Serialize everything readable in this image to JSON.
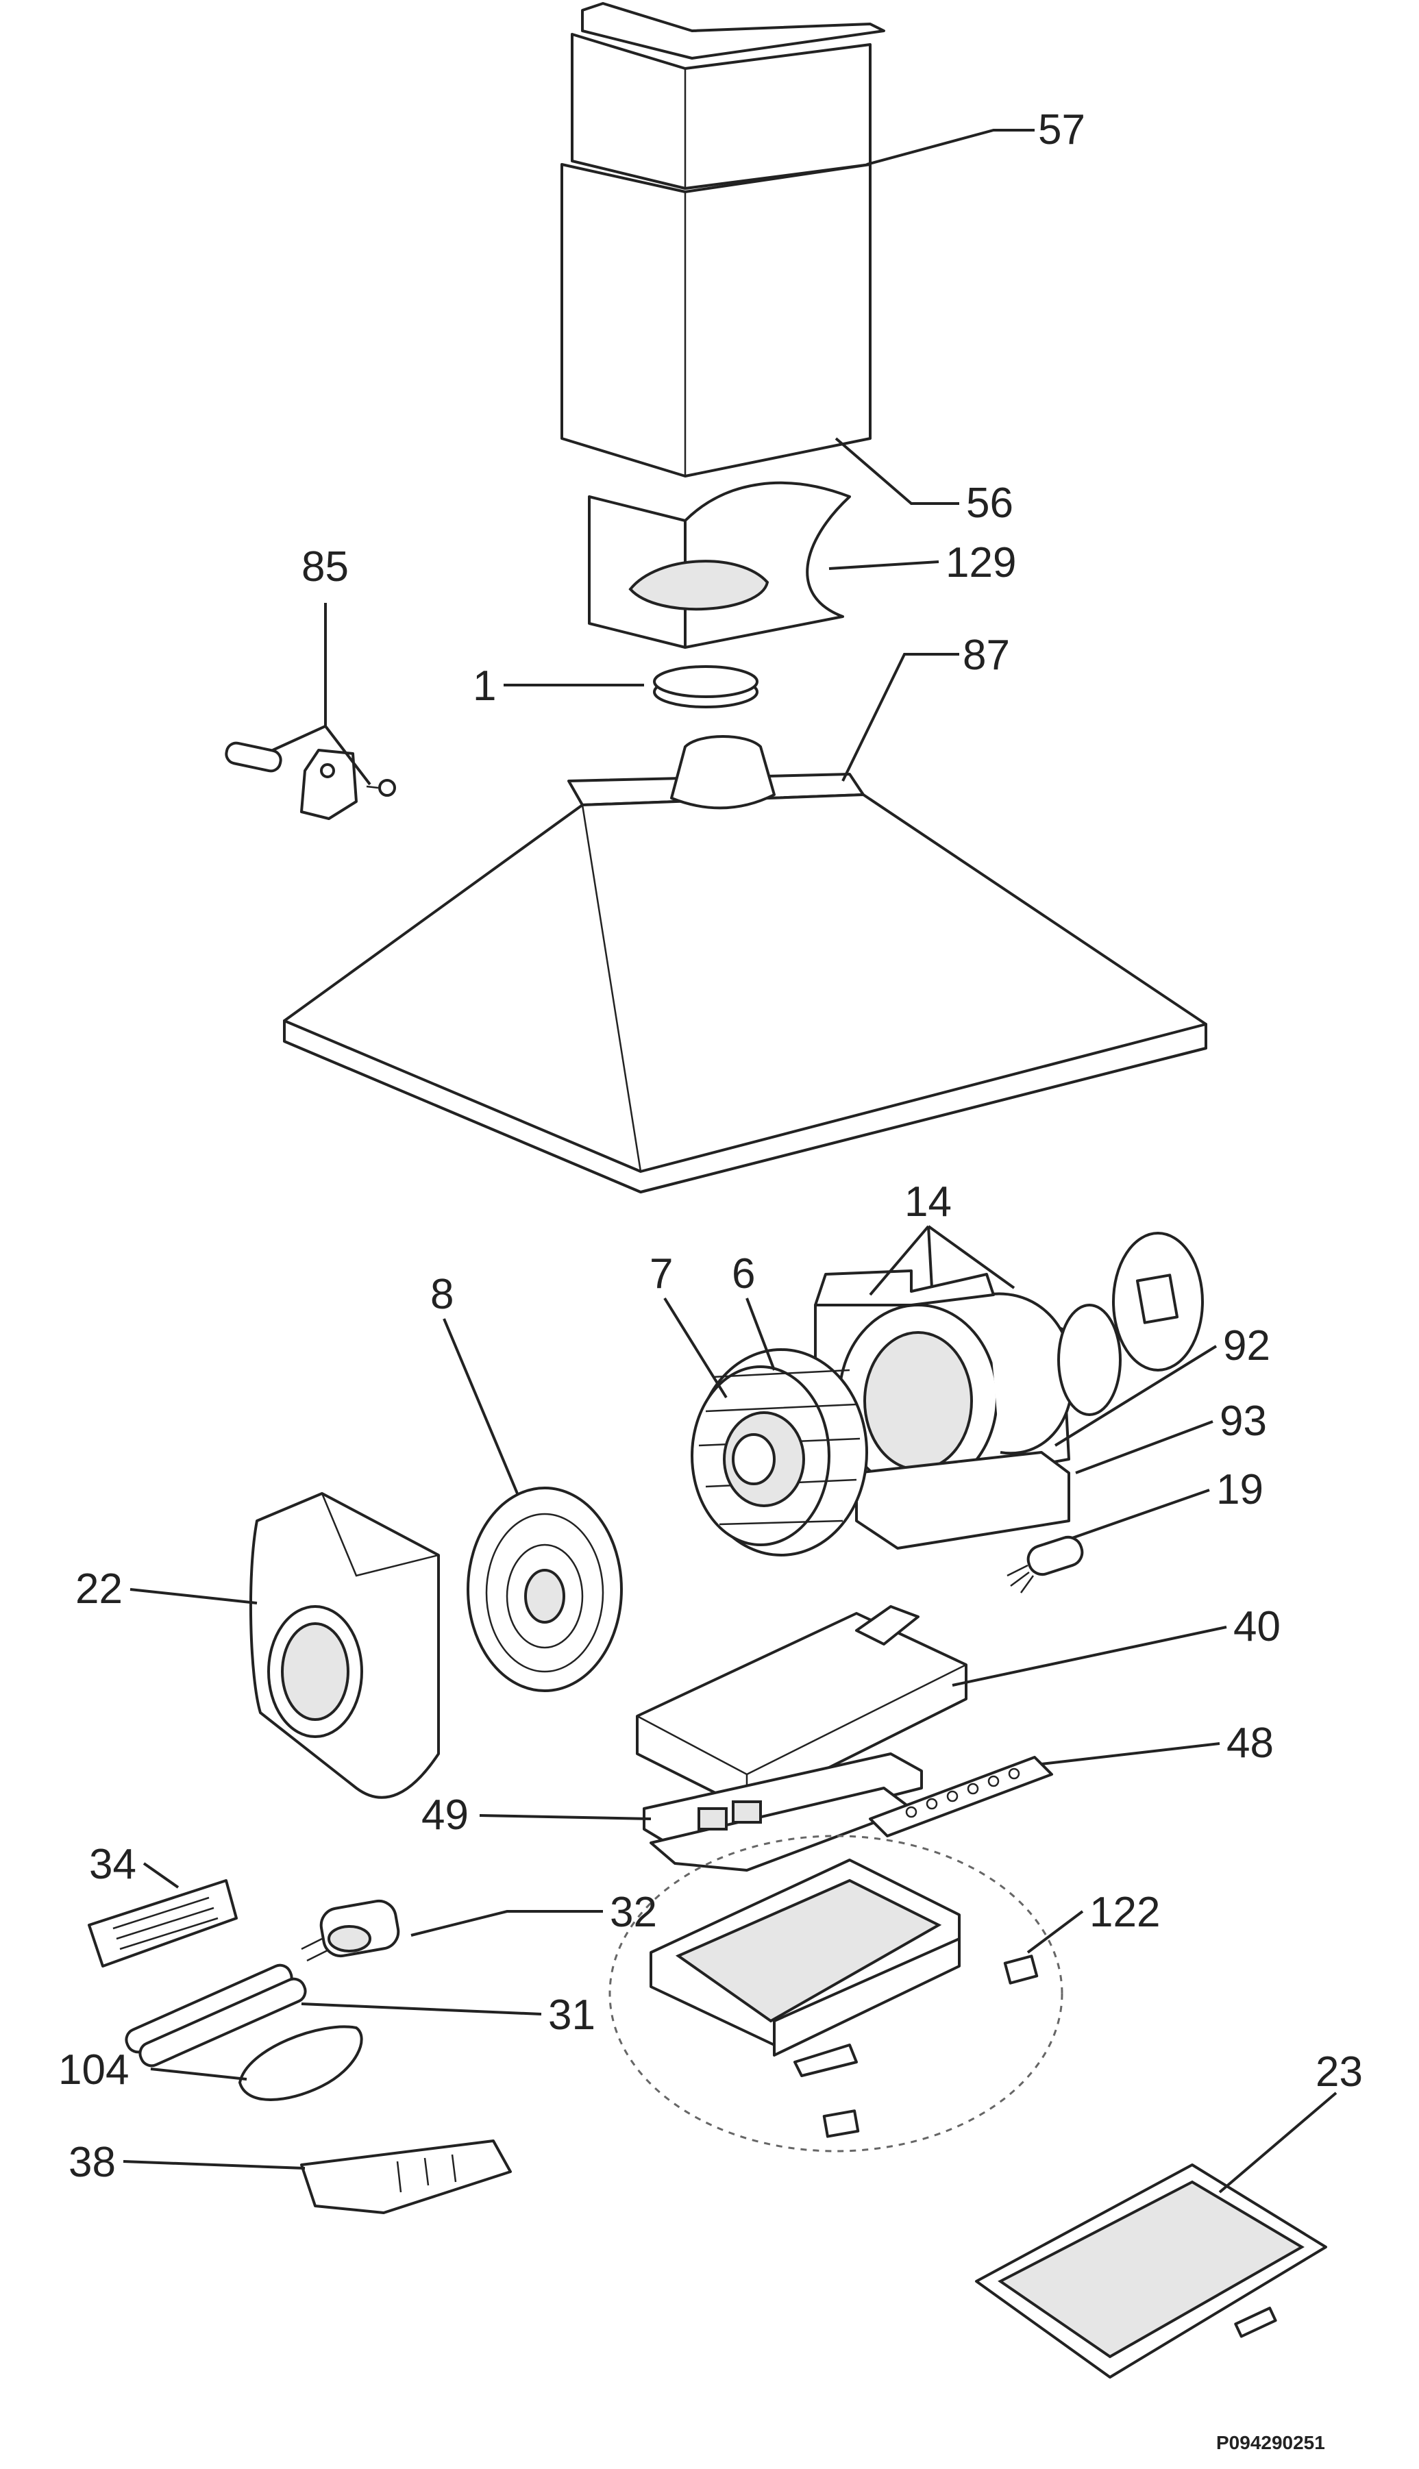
{
  "callouts": {
    "c57": "57",
    "c56": "56",
    "c129": "129",
    "c85": "85",
    "c1": "1",
    "c87": "87",
    "c14": "14",
    "c8": "8",
    "c7": "7",
    "c6": "6",
    "c92": "92",
    "c93": "93",
    "c19": "19",
    "c22": "22",
    "c40": "40",
    "c48": "48",
    "c49": "49",
    "c34": "34",
    "c32": "32",
    "c122": "122",
    "c31": "31",
    "c104": "104",
    "c38": "38",
    "c23": "23"
  },
  "reference_code": "P094290251"
}
